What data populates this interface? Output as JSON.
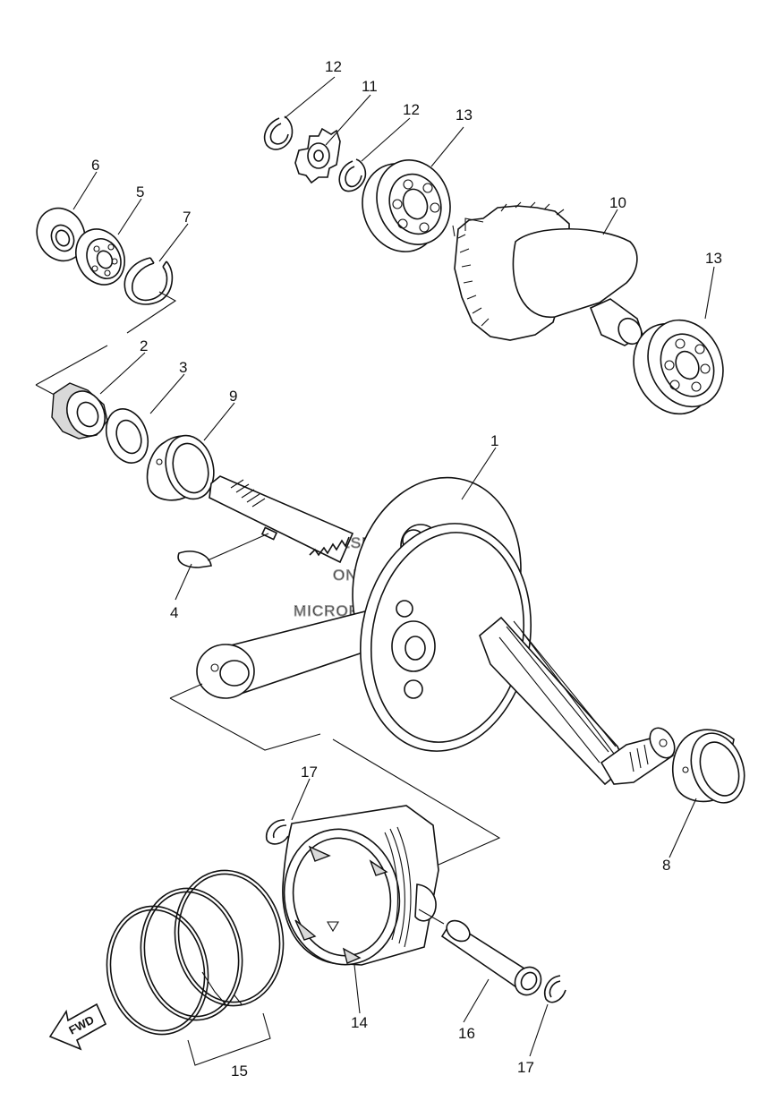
{
  "watermark": {
    "line1": "HLSM'S",
    "line2": "ONLINE",
    "line3": "MICROFICHE"
  },
  "fwd_label": "FWD",
  "callouts": {
    "c1": "1",
    "c2": "2",
    "c3": "3",
    "c4": "4",
    "c5": "5",
    "c6": "6",
    "c7": "7",
    "c8": "8",
    "c9": "9",
    "c10": "10",
    "c11": "11",
    "c12a": "12",
    "c12b": "12",
    "c13a": "13",
    "c13b": "13",
    "c14": "14",
    "c15": "15",
    "c16": "16",
    "c17a": "17",
    "c17b": "17"
  }
}
